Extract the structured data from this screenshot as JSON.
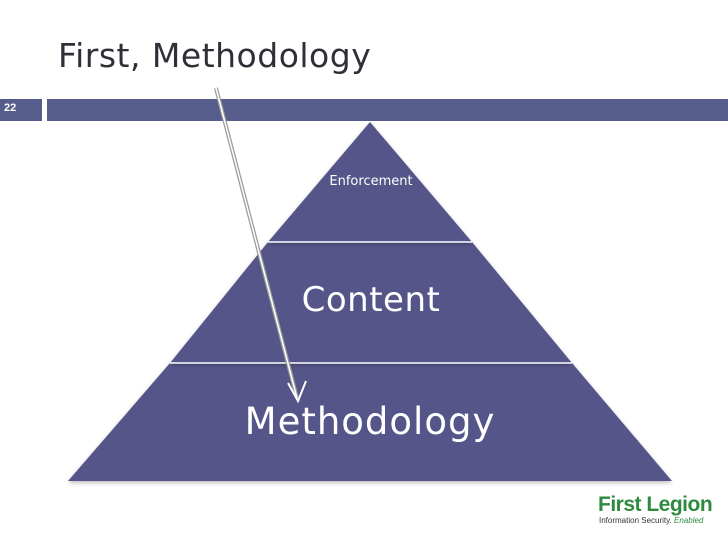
{
  "slide": {
    "title": "First, Methodology",
    "page_number": "22"
  },
  "diagram": {
    "type": "pyramid",
    "tiers": [
      {
        "label": "Enforcement"
      },
      {
        "label": "Content"
      },
      {
        "label": "Methodology"
      }
    ],
    "fill_color": "#545589",
    "accent_color": "#565c8c",
    "arrow": {
      "from": "slide-title",
      "to": "Methodology"
    }
  },
  "logo": {
    "name": "First Legion",
    "tagline": "Information Security.",
    "tagline_emphasis": "Enabled"
  }
}
